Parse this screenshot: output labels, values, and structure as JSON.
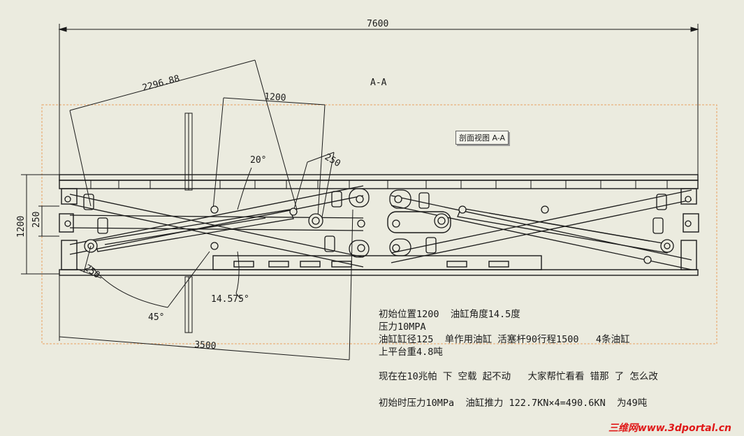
{
  "dimensions": {
    "overall_width": "7600",
    "diagonal_length": "2296.88",
    "arm_spacing": "1200",
    "height_total": "1200",
    "height_offset": "250",
    "pin_offset_top": "250",
    "pin_offset_bottom": "250",
    "base_length": "3500",
    "angle_top": "20°",
    "angle_cylinder": "14.575°",
    "angle_bottom": "45°"
  },
  "labels": {
    "section_name": "A-A",
    "section_tag": "剖面视图 A-A"
  },
  "notes": [
    "初始位置1200  油缸角度14.5度",
    "压力10MPA",
    "油缸缸径125  单作用油缸 活塞杆90行程1500   4条油缸",
    "上平台重4.8吨"
  ],
  "question": "现在在10兆帕 下 空载 起不动   大家帮忙看看 错那 了 怎么改",
  "calculation": "初始时压力10MPa  油缸推力 122.7KN×4=490.6KN  为49吨",
  "watermark": "三维网www.3dportal.cn",
  "colors": {
    "background": "#ebebdf",
    "section_box": "#e8a060",
    "line": "#1a1a1a",
    "watermark": "#e01818"
  }
}
